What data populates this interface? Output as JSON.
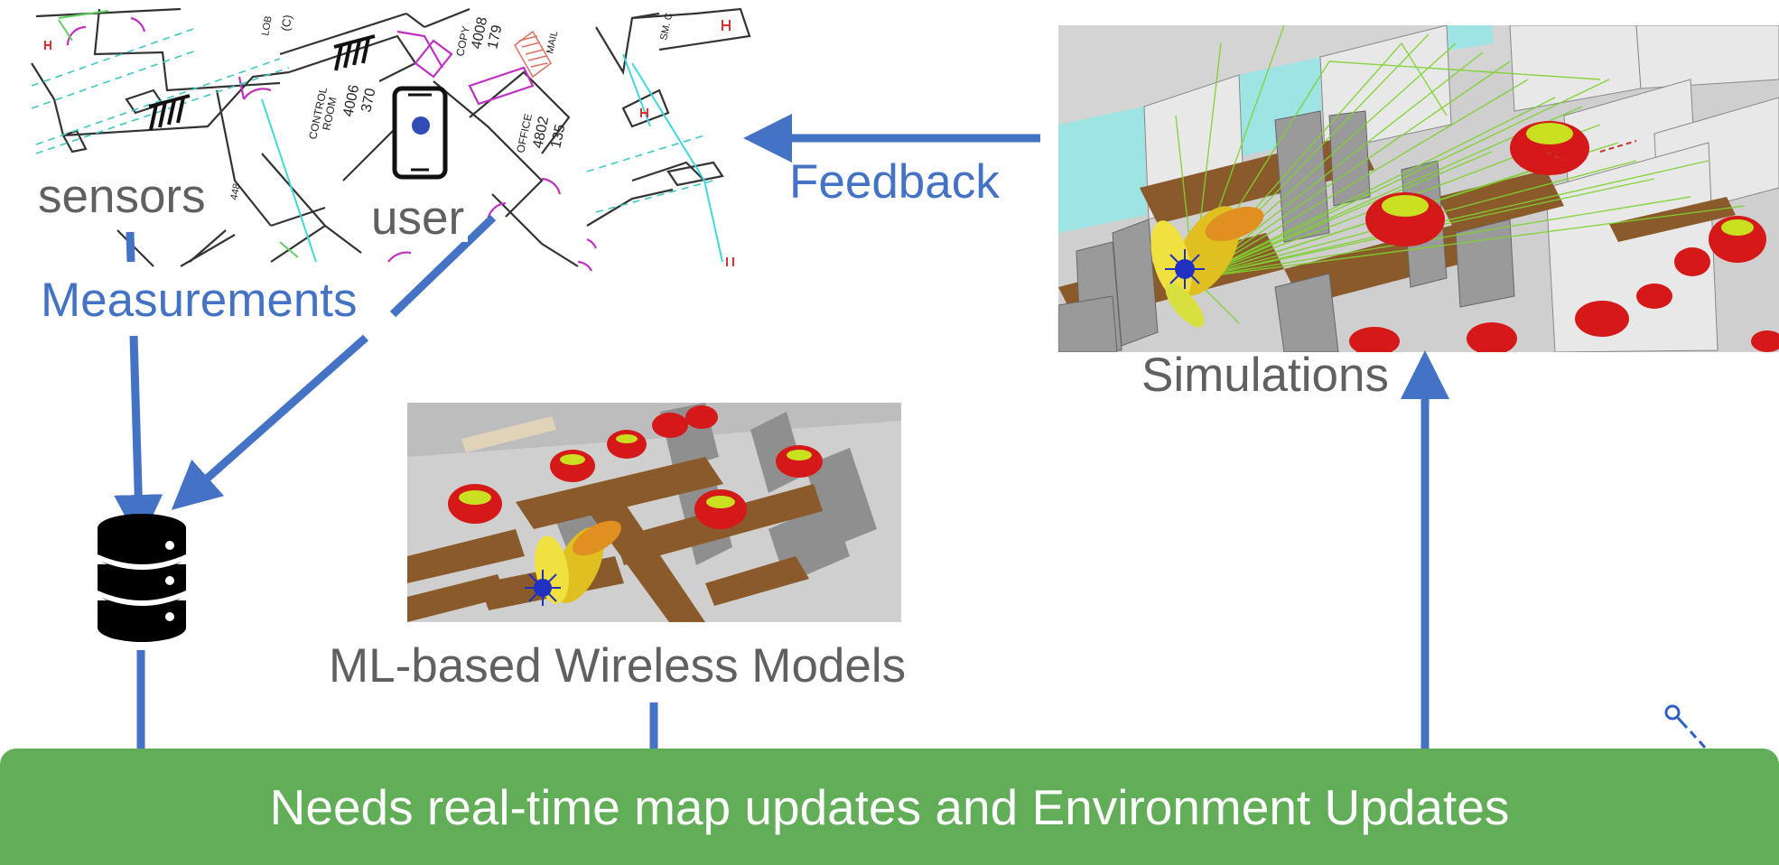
{
  "labels": {
    "sensors": "sensors",
    "user": "user",
    "measurements": "Measurements",
    "feedback": "Feedback",
    "simulations": "Simulations",
    "ml_models": "ML-based Wireless Models"
  },
  "banner": {
    "text": "Needs real-time map updates and Environment Updates"
  },
  "floorplan": {
    "rooms": [
      {
        "name": "CONTROL ROOM",
        "number": "4006",
        "area": "370"
      },
      {
        "name": "COPY",
        "number": "4008",
        "area": "179"
      },
      {
        "name": "OFFICE",
        "number": "4802",
        "area": "135"
      }
    ],
    "misc": [
      "LOB",
      "(C)",
      "MAIL",
      "SM. C",
      "448"
    ]
  },
  "icons": {
    "database": "database-icon",
    "phone": "smartphone-icon",
    "sensor": "sensor-icon",
    "pointer": "pointer-icon"
  },
  "colors": {
    "arrow": "#4472c4",
    "label_text": "#606060",
    "banner": "#62ad57",
    "banner_text": "#ffffff"
  }
}
